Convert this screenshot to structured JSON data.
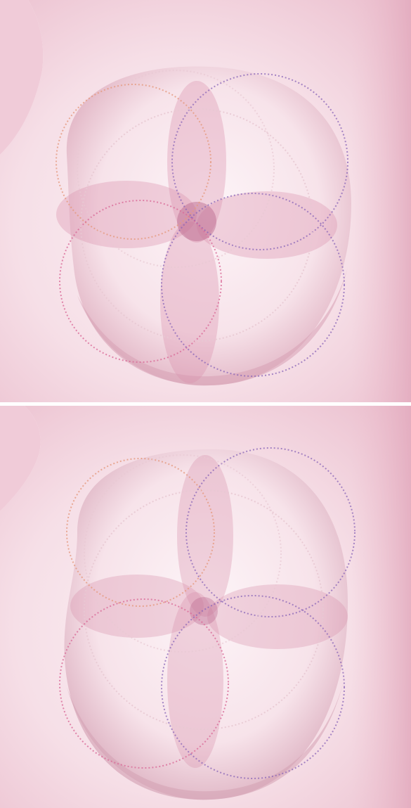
{
  "figure": {
    "panels": [
      {
        "id": "top",
        "subject": "breast-illustration-upper",
        "overlay": "four-petal-circle-pattern"
      },
      {
        "id": "bottom",
        "subject": "breast-illustration-lower",
        "overlay": "four-petal-circle-pattern"
      }
    ],
    "colors": {
      "background": "#fbeef2",
      "skin_light": "#f8e3ea",
      "skin_mid": "#efc7d4",
      "skin_shadow": "#d9a3b6",
      "petal_fill": "#d98fab",
      "center_fill": "#b8658c",
      "dot_orange": "#e59a7e",
      "dot_purple": "#8a66b8",
      "dot_pink": "#d96c98",
      "dot_light": "#e8c9d3"
    }
  }
}
